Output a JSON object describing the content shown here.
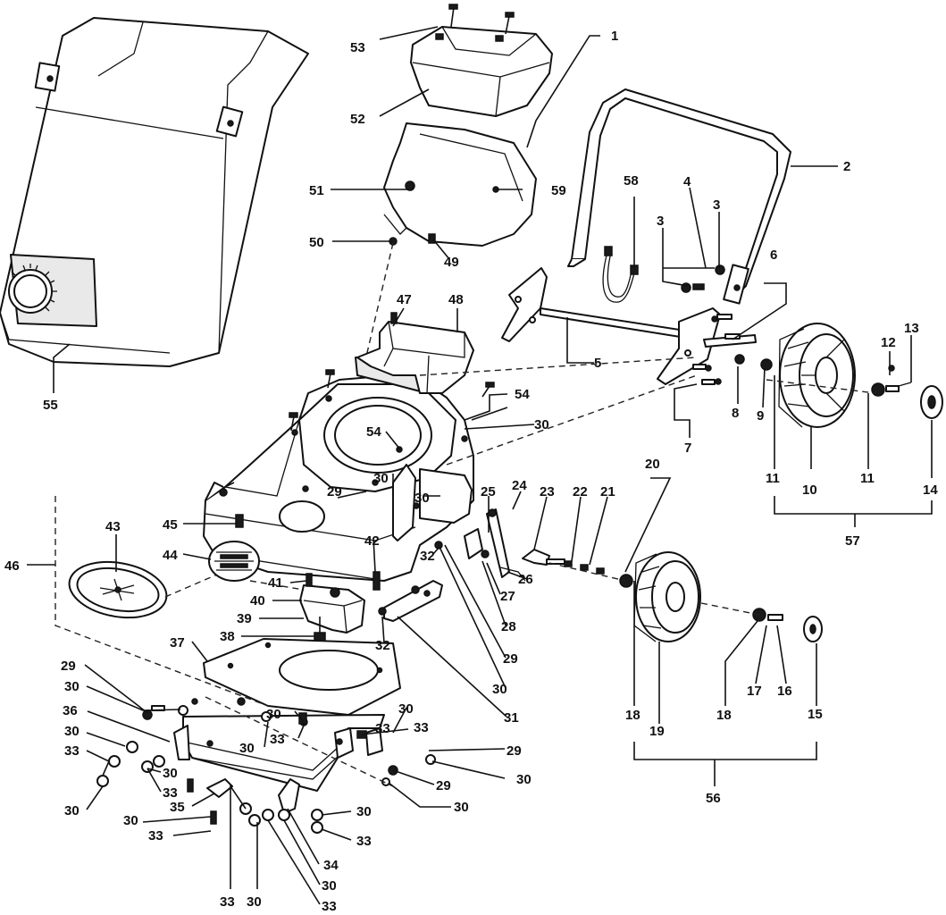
{
  "callouts": {
    "c1": "1",
    "c2": "2",
    "c3a": "3",
    "c3b": "3",
    "c4": "4",
    "c5": "5",
    "c6": "6",
    "c7": "7",
    "c8": "8",
    "c9": "9",
    "c10": "10",
    "c11a": "11",
    "c11b": "11",
    "c12": "12",
    "c13": "13",
    "c14": "14",
    "c15": "15",
    "c16": "16",
    "c17": "17",
    "c18a": "18",
    "c18b": "18",
    "c19": "19",
    "c20": "20",
    "c21": "21",
    "c22": "22",
    "c23": "23",
    "c24": "24",
    "c25": "25",
    "c26": "26",
    "c27": "27",
    "c28": "28",
    "c29a": "29",
    "c29b": "29",
    "c29c": "29",
    "c29d": "29",
    "c29e": "29",
    "c30a": "30",
    "c30b": "30",
    "c30c": "30",
    "c30d": "30",
    "c30e": "30",
    "c30f": "30",
    "c30g": "30",
    "c30h": "30",
    "c30i": "30",
    "c30j": "30",
    "c30k": "30",
    "c30l": "30",
    "c30m": "30",
    "c30n": "30",
    "c30o": "30",
    "c30p": "30",
    "c30q": "30",
    "c31": "31",
    "c32a": "32",
    "c32b": "32",
    "c33a": "33",
    "c33b": "33",
    "c33c": "33",
    "c33d": "33",
    "c33e": "33",
    "c33f": "33",
    "c33g": "33",
    "c33h": "33",
    "c33i": "33",
    "c34": "34",
    "c35": "35",
    "c36": "36",
    "c37": "37",
    "c38": "38",
    "c39": "39",
    "c40": "40",
    "c41": "41",
    "c42": "42",
    "c43": "43",
    "c44": "44",
    "c45": "45",
    "c46": "46",
    "c47": "47",
    "c48": "48",
    "c49": "49",
    "c50": "50",
    "c51": "51",
    "c52": "52",
    "c53": "53",
    "c54a": "54",
    "c54b": "54",
    "c55": "55",
    "c56": "56",
    "c57": "57",
    "c58": "58",
    "c59": "59"
  }
}
